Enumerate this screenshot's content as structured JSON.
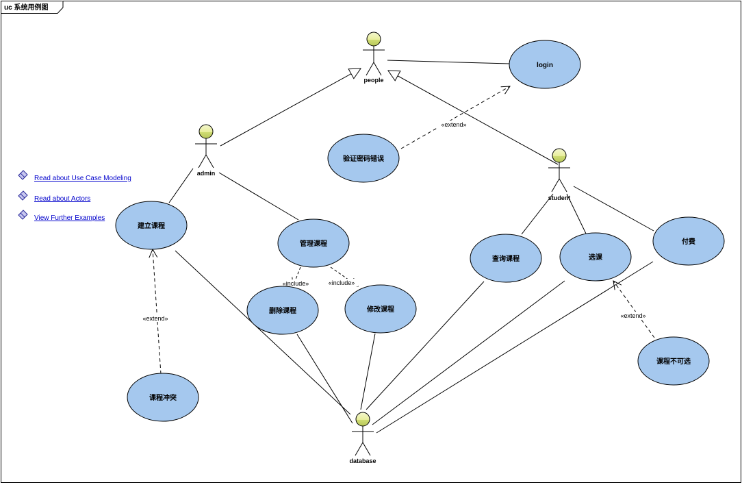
{
  "frame": {
    "title": "uc 系统用例图"
  },
  "actors": {
    "people": "people",
    "admin": "admin",
    "student": "student",
    "database": "database"
  },
  "usecases": {
    "login": "login",
    "verify_pwd": "验证密码错误",
    "create_course": "建立课程",
    "manage_course": "管理课程",
    "delete_course": "删除课程",
    "modify_course": "修改课程",
    "course_conflict": "课程冲突",
    "query_course": "查询课程",
    "select_course": "选课",
    "pay": "付费",
    "cannot_select": "课程不可选"
  },
  "stereotypes": {
    "extend": "«extend»",
    "include": "«include»"
  },
  "links": [
    {
      "label": "Read about Use Case Modeling"
    },
    {
      "label": "Read about Actors"
    },
    {
      "label": "View Further Examples"
    }
  ],
  "colors": {
    "usecase_fill": "#a5c8ee",
    "actor_head_top": "#e8f0a0",
    "actor_head_bottom": "#c8d870",
    "link": "#0000cc"
  }
}
